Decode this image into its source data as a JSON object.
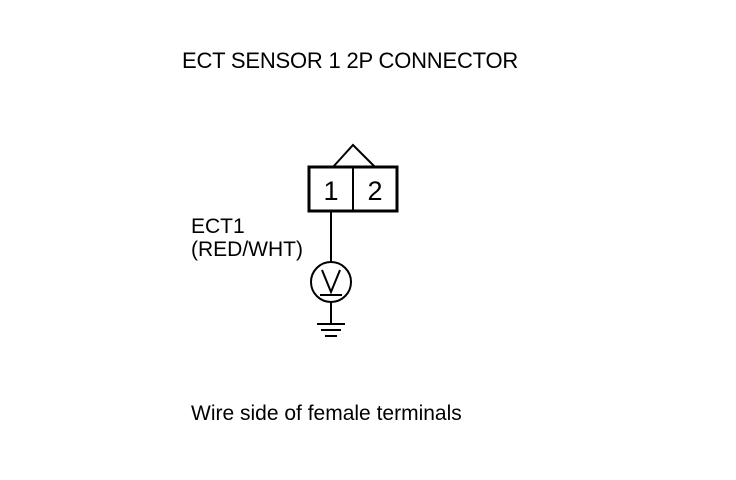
{
  "title": "ECT SENSOR 1 2P CONNECTOR",
  "connector": {
    "pins": [
      "1",
      "2"
    ]
  },
  "wire": {
    "name": "ECT1",
    "color": "(RED/WHT)"
  },
  "meter": {
    "symbol": "V"
  },
  "footer": "Wire side of female terminals"
}
